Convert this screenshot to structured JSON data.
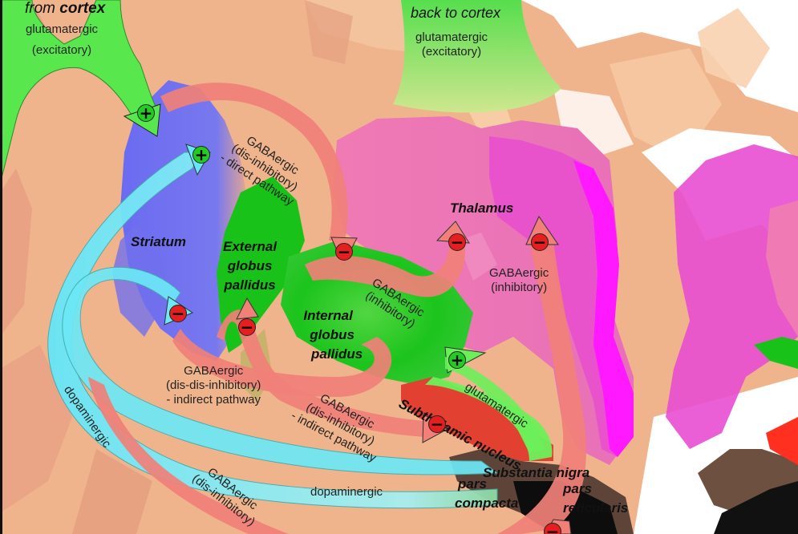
{
  "regions": {
    "striatum": "Striatum",
    "external_gp": [
      "External",
      "globus",
      "pallidus"
    ],
    "internal_gp": [
      "Internal",
      "globus",
      "pallidus"
    ],
    "thalamus": "Thalamus",
    "subthalamic": "Subthalamic nucleus",
    "substantia_nigra": "Substantia nigra",
    "pars_compacta": [
      "pars",
      "compacta"
    ],
    "pars_reticularis": [
      "pars",
      "reticularis"
    ]
  },
  "labels": {
    "from_cortex_prefix": "from ",
    "from_cortex_bold": "cortex",
    "cortex_glut": [
      "glutamatergic",
      "(excitatory)"
    ],
    "back_to_cortex": "back to cortex",
    "back_glut": [
      "glutamatergic",
      "(excitatory)"
    ],
    "direct": [
      "GABAergic",
      "(dis-inhibitory)",
      "- direct pathway"
    ],
    "gpi_thal": [
      "GABAergic",
      "(inhibitory)"
    ],
    "snr_thal": [
      "GABAergic",
      "(inhibitory)"
    ],
    "indirect_1": [
      "GABAergic",
      "(dis-dis-inhibitory)",
      "- indirect pathway"
    ],
    "indirect_2": [
      "GABAergic",
      "(dis-inhibitory)",
      "- indirect pathway"
    ],
    "stn_glut": "glutamatergic",
    "dopa_left": "dopaminergic",
    "dopa_bottom": "dopaminergic",
    "snr_bottom": [
      "GABAergic",
      "(dis-inhibitory)"
    ]
  },
  "signs": {
    "plus": "+",
    "minus": "−"
  },
  "colors": {
    "tissue": "#f0b48c",
    "striatum": "#7272f0",
    "globus_pallidus": "#19c819",
    "thalamus": "#ec74b6",
    "thalamus_magenta": "#ff19ff",
    "gaba_arrow": "#f08078",
    "glut_arrow": "#6cf05a",
    "dopa_arrow": "#6ce8f6",
    "excitatory_sign": "#22cc22",
    "inhibitory_sign": "#e51f1f"
  }
}
